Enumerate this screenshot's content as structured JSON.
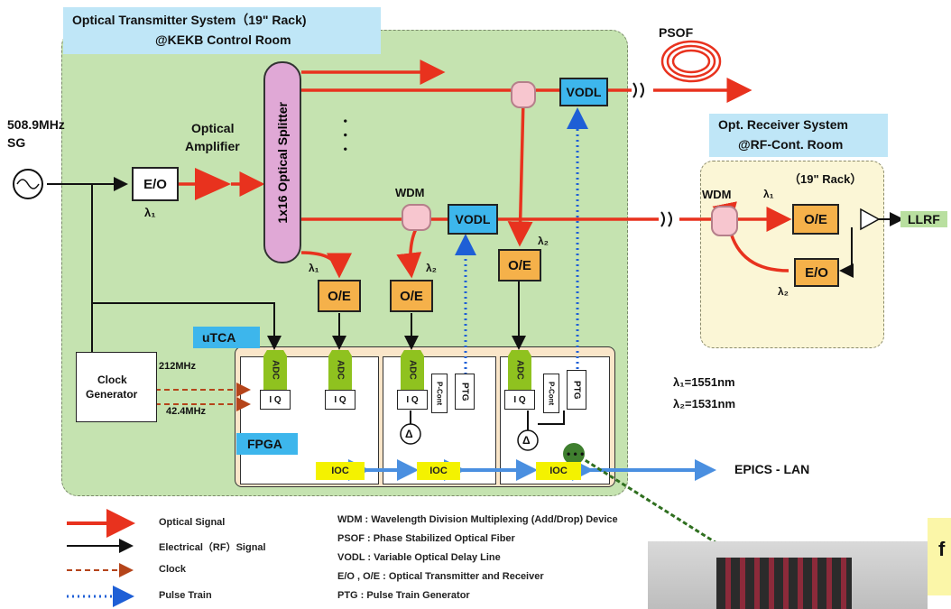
{
  "tx_system": {
    "title_line1": "Optical Transmitter System（19\" Rack)",
    "title_line2": "@KEKB Control Room"
  },
  "rx_system": {
    "title_line1": "Opt. Receiver System",
    "title_line2": "@RF-Cont. Room",
    "rack": "（19\" Rack）"
  },
  "sg": {
    "line1": "508.9MHz",
    "line2": "SG"
  },
  "amplifier": {
    "line1": "Optical",
    "line2": "Amplifier"
  },
  "splitter": "1x16 Optical Splitter",
  "labels": {
    "eo": "E/O",
    "oe": "O/E",
    "vodl": "VODL",
    "wdm": "WDM",
    "psof": "PSOF",
    "lambda1": "λ₁",
    "lambda2": "λ₂",
    "llrf": "LLRF",
    "utca": "uTCA",
    "fpga": "FPGA",
    "adc": "ADC",
    "iq": "I  Q",
    "ptg": "PTG",
    "pcont": "P-Cont",
    "ioc": "IOC",
    "delta": "Δ",
    "epics": "EPICS - LAN",
    "clock_gen_line1": "Clock",
    "clock_gen_line2": "Generator",
    "f212": "212MHz",
    "f42": "42.4MHz",
    "wl1": "λ₁=1551nm",
    "wl2": "λ₂=1531nm",
    "dots": "• • •"
  },
  "legend": [
    {
      "label": "Optical Signal"
    },
    {
      "label": "Electrical（RF）Signal"
    },
    {
      "label": "Clock"
    },
    {
      "label": "Pulse Train"
    }
  ],
  "definitions": [
    "WDM : Wavelength Division Multiplexing (Add/Drop) Device",
    "PSOF : Phase Stabilized Optical Fiber",
    "VODL : Variable Optical Delay Line",
    "E/O , O/E : Optical Transmitter and Receiver",
    "PTG : Pulse Train Generator"
  ],
  "photo_caption": "f",
  "colors": {
    "optical": "#e8321e",
    "electrical": "#111111",
    "clock": "#b5441a",
    "pulse": "#1e5fd6",
    "tx_bg": "#c5e3b0",
    "rx_bg": "#fbf6d6",
    "title_bg": "#bfe6f7"
  }
}
